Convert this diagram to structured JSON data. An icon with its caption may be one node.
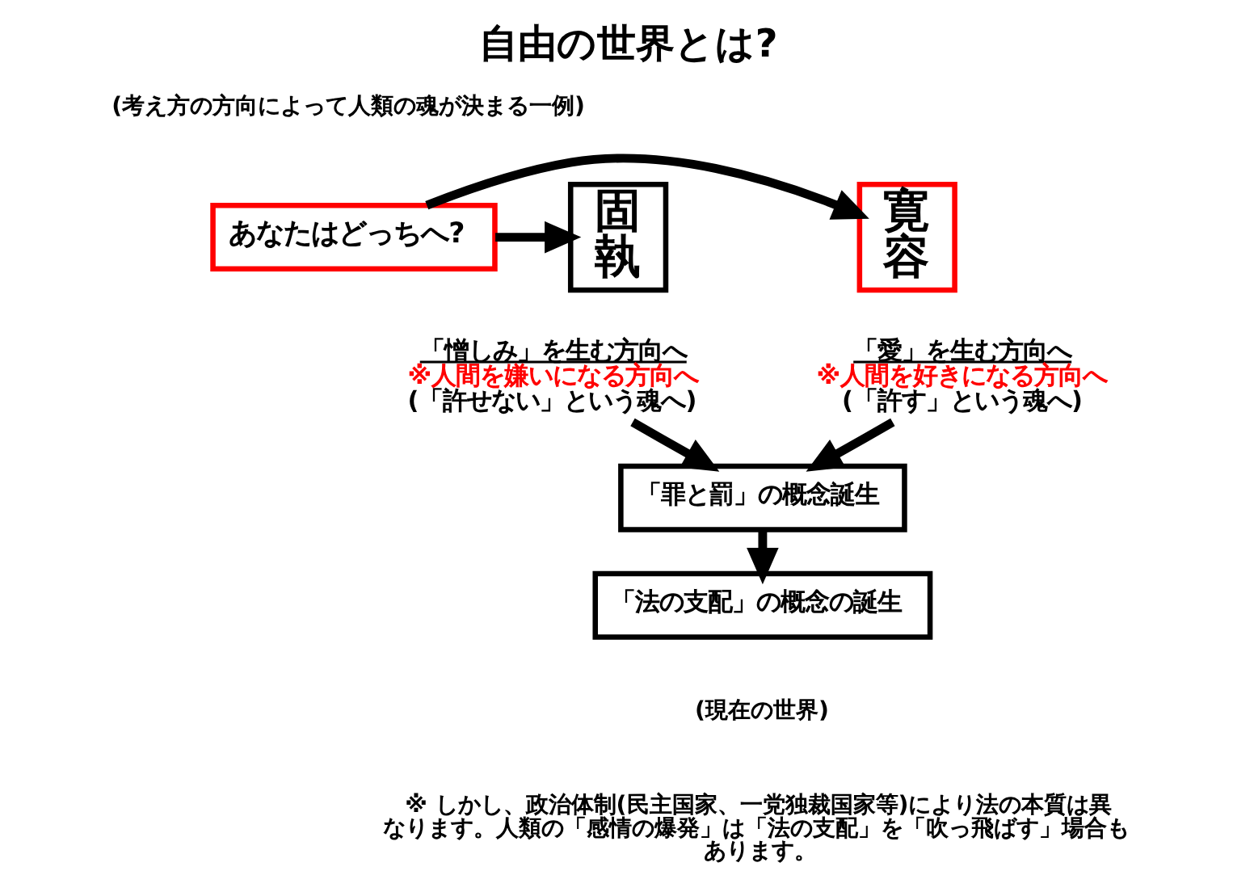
{
  "diagram": {
    "title": "自由の世界とは?",
    "nodes": [
      {
        "text": [
          "寛容"
        ]
      },
      {
        "text": [
          "あなたはどっちへ?"
        ]
      },
      {
        "text": [
          "固執"
        ]
      },
      {
        "text": [
          "「罪と罰」の概念誕生"
        ]
      },
      {
        "text": [
          "「法の支配」の概念の誕生"
        ]
      },
      {
        "text": [
          "「愛」を生む方向へ",
          "※人間を好きになる方向へ",
          "(「許す」という魂へ)"
        ]
      },
      {
        "text": [
          "「憎しみ」を生む方向へ",
          "※人間を嫌いになる方向へ",
          "(「許せない」という魂へ)"
        ]
      }
    ],
    "edges": [
      {
        "from": 1,
        "to": 0,
        "arrow": "to"
      },
      {
        "from": 1,
        "to": 2,
        "arrow": "to"
      },
      {
        "from": 5,
        "to": 3,
        "arrow": "to"
      },
      {
        "from": 6,
        "to": 3,
        "arrow": "to"
      },
      {
        "from": 3,
        "to": 4,
        "arrow": "to"
      }
    ],
    "labels": [
      "(考え方の方向によって人類の魂が決まる一例)",
      "(現在の世界)",
      "※ しかし、政治体制(民主国家、一党独裁国家等)により法の本質は異なります。人類の「感情の爆発」は「法の支配」を「吹っ飛ばす」場合もあります。"
    ]
  }
}
